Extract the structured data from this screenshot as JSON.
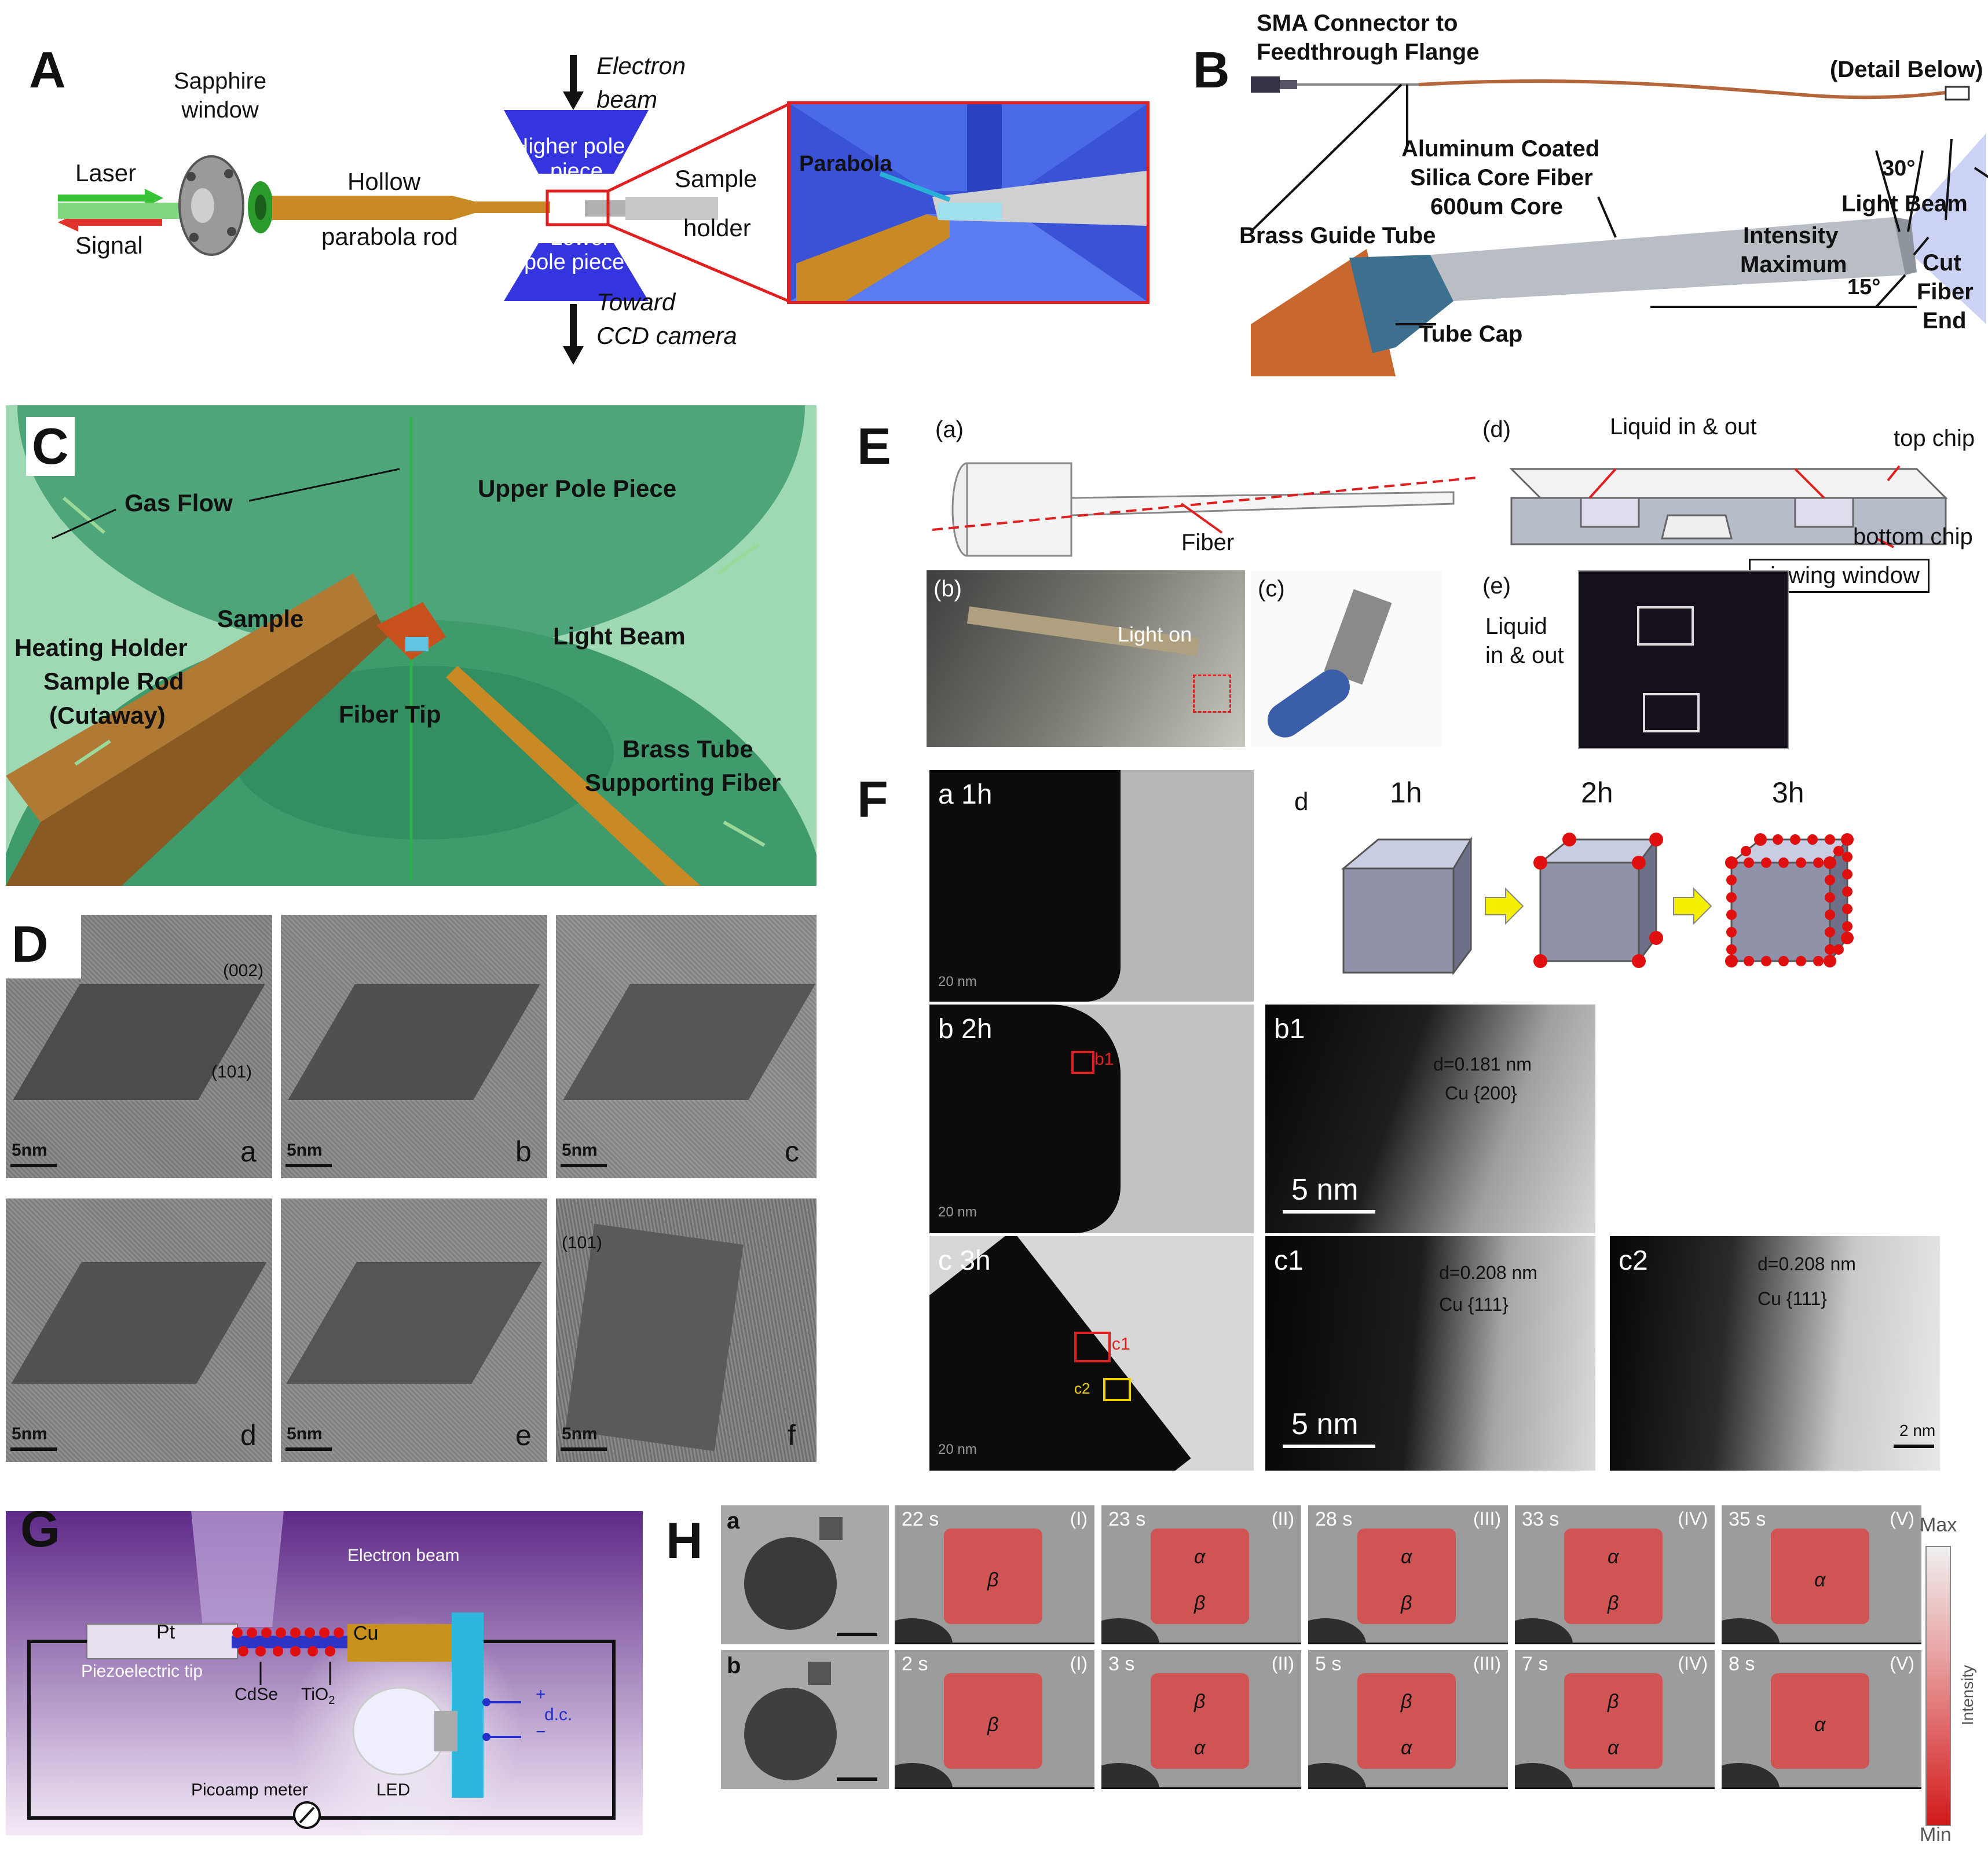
{
  "panel_A": {
    "label": "A",
    "sapphire_window": "Sapphire\nwindow",
    "laser": "Laser",
    "signal": "Signal",
    "hollow_rod": "Hollow",
    "hollow_rod2": "parabola rod",
    "electron_beam": "Electron",
    "electron_beam2": "beam",
    "higher_pole": "Higher pole",
    "higher_pole2": "piece",
    "lower_pole": "Lower",
    "lower_pole2": "pole piece",
    "sample_holder": "Sample",
    "sample_holder2": "holder",
    "toward_ccd": "Toward",
    "toward_ccd2": "CCD camera",
    "parabola": "Parabola"
  },
  "panel_B": {
    "label": "B",
    "sma": "SMA Connector to",
    "sma2": "Feedthrough Flange",
    "detail": "(Detail Below)",
    "fiber1": "Aluminum Coated",
    "fiber2": "Silica Core Fiber",
    "fiber3": "600um Core",
    "angle30": "30°",
    "angle15": "15°",
    "brass": "Brass Guide Tube",
    "tube_cap": "Tube Cap",
    "cut1": "Cut",
    "cut2": "Fiber",
    "cut3": "End",
    "intensity1": "Intensity",
    "intensity2": "Maximum",
    "light_beam": "Light Beam"
  },
  "panel_C": {
    "label": "C",
    "gas_flow": "Gas Flow",
    "upper_pole": "Upper Pole Piece",
    "sample": "Sample",
    "heating1": "Heating Holder",
    "heating2": "Sample Rod",
    "heating3": "(Cutaway)",
    "light_beam": "Light Beam",
    "fiber_tip": "Fiber Tip",
    "brass1": "Brass Tube",
    "brass2": "Supporting Fiber"
  },
  "panel_D": {
    "label": "D",
    "tiles": [
      {
        "letter": "a",
        "scale": "5nm",
        "ann1": "(002)",
        "ann2": "(101)"
      },
      {
        "letter": "b",
        "scale": "5nm"
      },
      {
        "letter": "c",
        "scale": "5nm"
      },
      {
        "letter": "d",
        "scale": "5nm"
      },
      {
        "letter": "e",
        "scale": "5nm"
      },
      {
        "letter": "f",
        "scale": "5nm",
        "ann1": "(101)"
      }
    ]
  },
  "panel_E": {
    "label": "E",
    "a": "(a)",
    "b": "(b)",
    "c": "(c)",
    "d": "(d)",
    "e": "(e)",
    "fiber": "Fiber",
    "light_on": "Light on",
    "liquid_in_out": "Liquid in & out",
    "top_chip": "top chip",
    "bottom_chip": "bottom chip",
    "viewing_window": "viewing window",
    "liquid1": "Liquid",
    "liquid2": "in & out"
  },
  "panel_F": {
    "label": "F",
    "a": "a 1h",
    "b": "b 2h",
    "c": "c 3h",
    "d": "d",
    "t1": "1h",
    "t2": "2h",
    "t3": "3h",
    "b1": "b1",
    "b1_d": "d=0.181 nm",
    "b1_cu": "Cu {200}",
    "c1": "c1",
    "c1_d": "d=0.208 nm",
    "c1_cu": "Cu {111}",
    "c2": "c2",
    "c2_d": "d=0.208 nm",
    "c2_cu": "Cu {111}",
    "scale20": "20 nm",
    "scale5": "5 nm",
    "scale2": "2 nm",
    "box_b1": "b1",
    "box_c1": "c1",
    "box_c2": "c2"
  },
  "panel_G": {
    "label": "G",
    "electron_beam": "Electron beam",
    "pt": "Pt",
    "cu": "Cu",
    "piezo": "Piezoelectric tip",
    "cdse": "CdSe",
    "tio2": "TiO",
    "tio2_sub": "2",
    "plus": "+",
    "minus": "−",
    "dc": "d.c.",
    "led": "LED",
    "picoamp": "Picoamp meter"
  },
  "panel_H": {
    "label": "H",
    "row_a": "a",
    "row_b": "b",
    "max": "Max",
    "min": "Min",
    "intensity": "Intensity",
    "rows": [
      [
        {
          "time": "22 s",
          "stage": "(I)",
          "phases": [
            "β"
          ]
        },
        {
          "time": "23 s",
          "stage": "(II)",
          "phases": [
            "α",
            "β"
          ]
        },
        {
          "time": "28 s",
          "stage": "(III)",
          "phases": [
            "α",
            "β"
          ]
        },
        {
          "time": "33 s",
          "stage": "(IV)",
          "phases": [
            "α",
            "β"
          ]
        },
        {
          "time": "35 s",
          "stage": "(V)",
          "phases": [
            "α"
          ]
        }
      ],
      [
        {
          "time": "2 s",
          "stage": "(I)",
          "phases": [
            "β"
          ]
        },
        {
          "time": "3 s",
          "stage": "(II)",
          "phases": [
            "β",
            "α"
          ]
        },
        {
          "time": "5 s",
          "stage": "(III)",
          "phases": [
            "β",
            "α"
          ]
        },
        {
          "time": "7 s",
          "stage": "(IV)",
          "phases": [
            "β",
            "α"
          ]
        },
        {
          "time": "8 s",
          "stage": "(V)",
          "phases": [
            "α"
          ]
        }
      ]
    ]
  }
}
